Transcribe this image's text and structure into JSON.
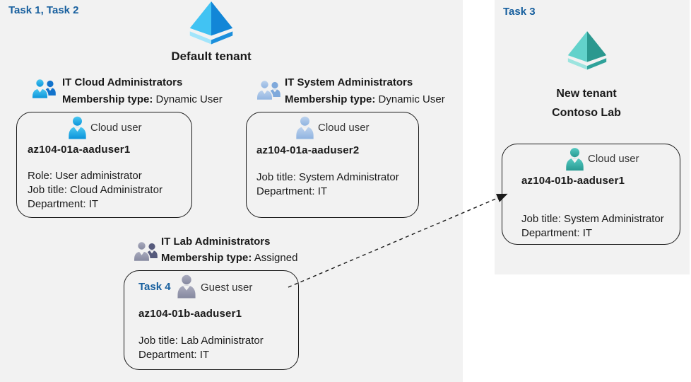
{
  "colors": {
    "panel_bg": "#f2f2f2",
    "task_blue": "#175f9e",
    "text": "#1a1a1a",
    "icon_blue": "#1d9fe0",
    "icon_steel_blue": "#a5c4e8",
    "icon_gray": "#9496ad",
    "icon_teal": "#35b0a8",
    "tenant_blue_light": "#41c3f3",
    "tenant_blue_dark": "#1286d7",
    "tenant_teal_light": "#62d2cb",
    "tenant_teal_dark": "#2b988f"
  },
  "icons": {
    "default_tenant": "azure-ad-tenant-icon",
    "new_tenant": "azure-ad-tenant-icon",
    "group": "user-group-icon",
    "cloud_user": "person-icon",
    "guest_user": "person-icon",
    "arrow": "dashed-invite-arrow"
  },
  "labels": {
    "task_left": "Task 1, Task 2",
    "task_right": "Task 3",
    "default_tenant": "Default tenant",
    "new_tenant_line1": "New tenant",
    "new_tenant_line2": "Contoso Lab"
  },
  "groups": [
    {
      "name": "IT Cloud Administrators",
      "membership_label": "Membership type:",
      "membership_value": "Dynamic User"
    },
    {
      "name": "IT System Administrators",
      "membership_label": "Membership type:",
      "membership_value": "Dynamic User"
    },
    {
      "name": "IT Lab Administrators",
      "membership_label": "Membership type:",
      "membership_value": "Assigned"
    }
  ],
  "cards": [
    {
      "kind": "Cloud user",
      "name": "az104-01a-aaduser1",
      "fields": [
        {
          "label": "Role:",
          "value": "User administrator"
        },
        {
          "label": "Job title:",
          "value": "Cloud Administrator"
        },
        {
          "label": "Department:",
          "value": "IT"
        }
      ]
    },
    {
      "kind": "Cloud user",
      "name": "az104-01a-aaduser2",
      "fields": [
        {
          "label": "Job title:",
          "value": "System Administrator"
        },
        {
          "label": "Department:",
          "value": "IT"
        }
      ]
    },
    {
      "kind": "Guest user",
      "task": "Task 4",
      "name": "az104-01b-aaduser1",
      "fields": [
        {
          "label": "Job title:",
          "value": "Lab Administrator"
        },
        {
          "label": "Department:",
          "value": "IT"
        }
      ]
    },
    {
      "kind": "Cloud user",
      "name": "az104-01b-aaduser1",
      "fields": [
        {
          "label": "Job title:",
          "value": "System Administrator"
        },
        {
          "label": "Department:",
          "value": "IT"
        }
      ]
    }
  ]
}
